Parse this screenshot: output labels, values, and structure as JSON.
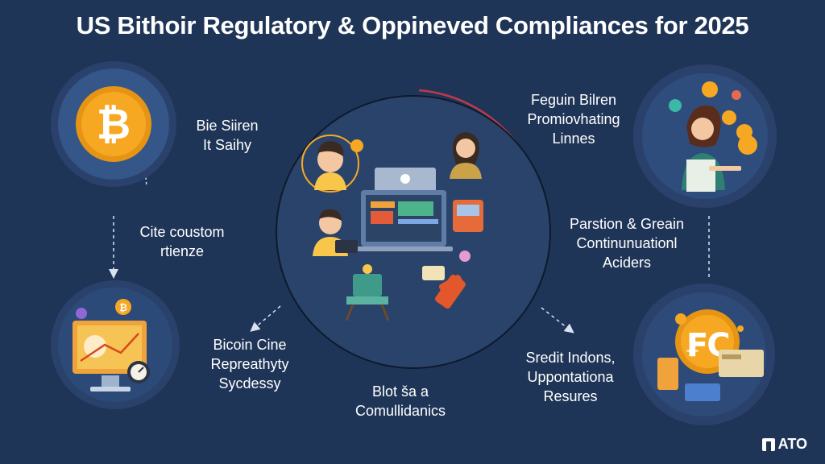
{
  "title": "US Bithoir Regulatory & Oppineved Compliances for 2025",
  "labels": {
    "top_left": [
      "Bie Siiren",
      "It Saihy"
    ],
    "mid_left": [
      "Cite coustom",
      "rtienze"
    ],
    "bottom_left": [
      "Bicoin Cine",
      "Repreathyty",
      "Sycdessy"
    ],
    "bottom_center": [
      "Blot ša a",
      "Comullidanics"
    ],
    "top_right": [
      "Feguin Bilren",
      "Promiovhating",
      "Linnes"
    ],
    "mid_right": [
      "Parstion & Greain",
      "Continunuationl",
      "Aciders"
    ],
    "bottom_right": [
      "Sredit Indons,",
      "Uppontationa",
      "Resures"
    ]
  },
  "icons": [
    "bitcoin-coin-icon",
    "person-icon",
    "laptop-icon",
    "monitor-icon",
    "card-icon",
    "robot-icon",
    "coin-icon"
  ],
  "logo": "ATO",
  "colors": {
    "background": "#1f3557",
    "ring": "#2a426b",
    "coin": "#f5a623",
    "accent": "#e2572b"
  }
}
